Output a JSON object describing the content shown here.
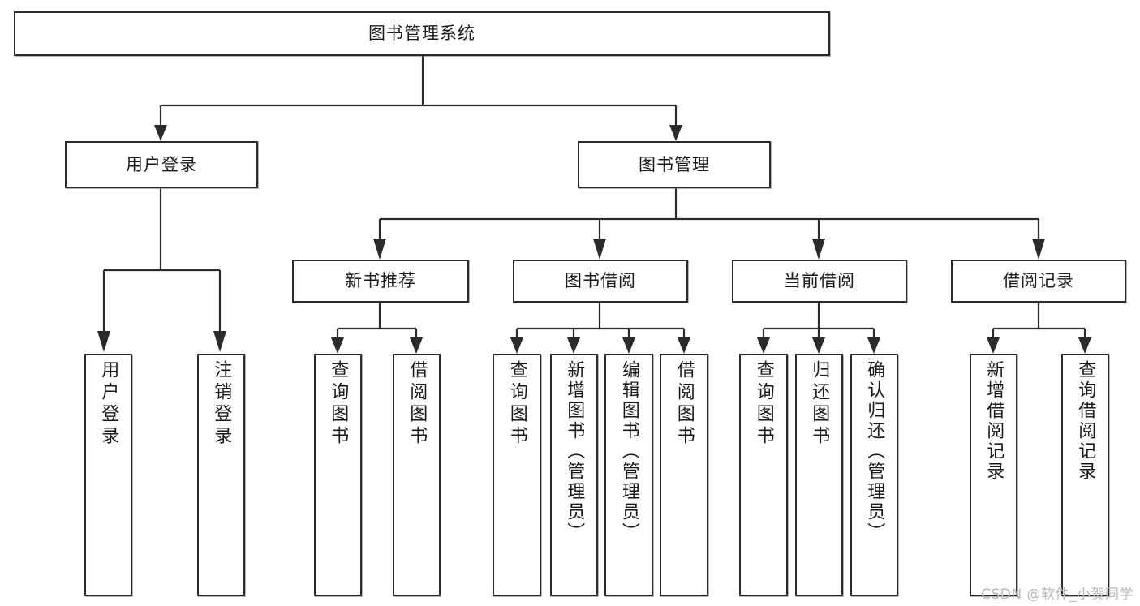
{
  "diagram": {
    "title": "图书管理系统",
    "type": "tree",
    "watermark": "CSDN @软件_小贺同学",
    "colors": {
      "border": "#2b2b2b",
      "background": "#ffffff",
      "text": "#1a1a1a",
      "watermark": "#b8b8b8"
    },
    "root": {
      "label": "图书管理系统"
    },
    "level1": [
      {
        "label": "用户登录"
      },
      {
        "label": "图书管理"
      }
    ],
    "level2": [
      {
        "label": "新书推荐"
      },
      {
        "label": "图书借阅"
      },
      {
        "label": "当前借阅"
      },
      {
        "label": "借阅记录"
      }
    ],
    "leaves": {
      "user_login": [
        {
          "label": "用户登录"
        },
        {
          "label": "注销登录"
        }
      ],
      "new_book": [
        {
          "label": "查询图书"
        },
        {
          "label": "借阅图书"
        }
      ],
      "book_borrow": [
        {
          "label": "查询图书"
        },
        {
          "label": "新增图书（管理员）"
        },
        {
          "label": "编辑图书（管理员）"
        },
        {
          "label": "借阅图书"
        }
      ],
      "current_borrow": [
        {
          "label": "查询图书"
        },
        {
          "label": "归还图书"
        },
        {
          "label": "确认归还（管理员）"
        }
      ],
      "borrow_record": [
        {
          "label": "新增借阅记录"
        },
        {
          "label": "查询借阅记录"
        }
      ]
    }
  }
}
